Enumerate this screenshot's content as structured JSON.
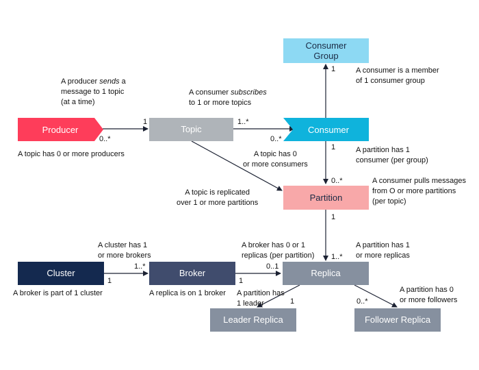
{
  "colors": {
    "producer": "#fe3d5a",
    "topic": "#afb4b9",
    "consumer": "#0fb3dc",
    "consumer_group": "#8dd9f3",
    "partition": "#f8a8a9",
    "cluster": "#14294f",
    "broker": "#404c6d",
    "replica": "#86909f",
    "leader_replica": "#86909f",
    "follower_replica": "#86909f"
  },
  "nodes": {
    "producer": "Producer",
    "topic": "Topic",
    "consumer": "Consumer",
    "consumer_group_line1": "Consumer",
    "consumer_group_line2": "Group",
    "partition": "Partition",
    "cluster": "Cluster",
    "broker": "Broker",
    "replica": "Replica",
    "leader_replica": "Leader Replica",
    "follower_replica": "Follower Replica"
  },
  "notes": {
    "producer_sends_1": "A producer ",
    "producer_sends_em": "sends",
    "producer_sends_2": " a",
    "producer_sends_3": "message to 1 topic",
    "producer_sends_4": "(at a time)",
    "consumer_subscribes_1": "A consumer ",
    "consumer_subscribes_em": "subscribes",
    "consumer_subscribes_2": "to 1 or more topics",
    "consumer_member_1": "A consumer is a member",
    "consumer_member_2": "of 1 consumer group",
    "topic_producers": "A topic has 0 or more producers",
    "topic_consumers_1": "A topic has 0",
    "topic_consumers_2": "or more consumers",
    "partition_consumer_1": "A partition has 1",
    "partition_consumer_2": "consumer (per group)",
    "topic_replicated_1": "A topic is replicated",
    "topic_replicated_2": "over 1 or more partitions",
    "consumer_pulls_1": "A consumer pulls messages",
    "consumer_pulls_2": "from O or more partitions",
    "consumer_pulls_3": "(per topic)",
    "cluster_brokers_1": "A cluster has  1",
    "cluster_brokers_2": "or more brokers",
    "broker_replicas_1": "A broker has  0 or 1",
    "broker_replicas_2": "replicas (per partition)",
    "partition_replicas_1": "A partition has  1",
    "partition_replicas_2": "or more replicas",
    "broker_cluster": "A broker is part of 1 cluster",
    "replica_broker": "A replica is on 1 broker",
    "partition_leader_1": "A partition has",
    "partition_leader_2": "1 leader",
    "partition_followers_1": "A partition has 0",
    "partition_followers_2": "or more followers"
  },
  "multiplicities": {
    "producer_topic_producer_end": "0..*",
    "producer_topic_topic_end": "1",
    "topic_consumer_topic_end": "1..*",
    "topic_consumer_consumer_end": "0..*",
    "consumer_group_group_end": "1",
    "consumer_partition_consumer_end": "1",
    "consumer_partition_partition_end": "0..*",
    "partition_replica_partition_end": "1",
    "partition_replica_replica_end": "1..*",
    "cluster_broker_broker_end": "1..*",
    "cluster_broker_cluster_end": "1",
    "broker_replica_replica_end": "0..1",
    "broker_replica_broker_end": "1",
    "replica_leader": "1",
    "replica_follower": "0..*"
  }
}
